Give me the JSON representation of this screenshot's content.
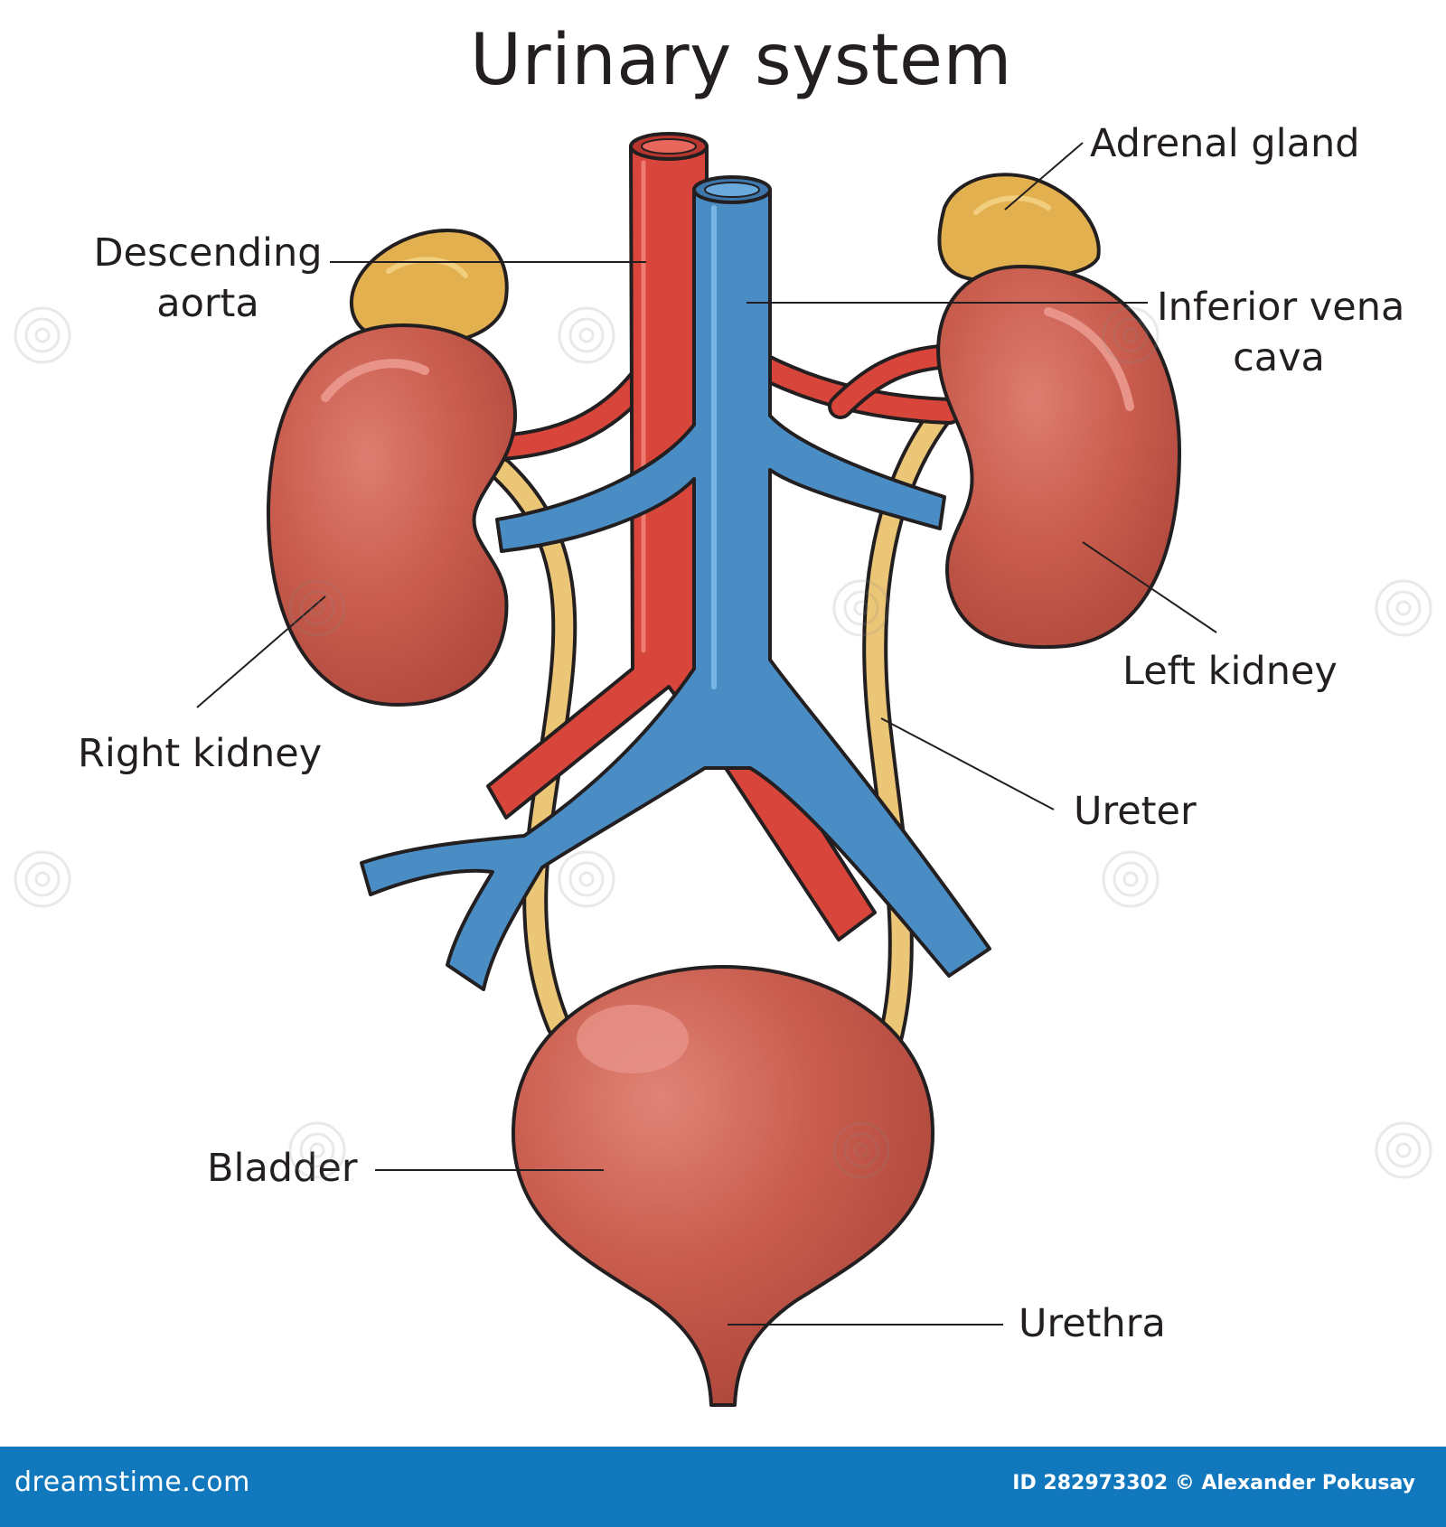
{
  "title": "Urinary system",
  "labels": {
    "descending_aorta": [
      "Descending",
      "aorta"
    ],
    "adrenal_gland": "Adrenal gland",
    "inferior_vena_cava": [
      "Inferior vena",
      "cava"
    ],
    "left_kidney": "Left kidney",
    "right_kidney": "Right kidney",
    "ureter": "Ureter",
    "bladder": "Bladder",
    "urethra": "Urethra"
  },
  "footer": {
    "brand": "dreamstime.com",
    "credit": "ID 282973302 © Alexander Pokusay"
  },
  "colors": {
    "kidney": "#c75a4b",
    "kidney_highlight": "#d8766b",
    "adrenal": "#e3b04f",
    "ureter": "#ebc676",
    "aorta": "#d8453a",
    "vena_cava": "#4a8cc4",
    "outline": "#231f20",
    "footer_bar": "#1278bd"
  }
}
